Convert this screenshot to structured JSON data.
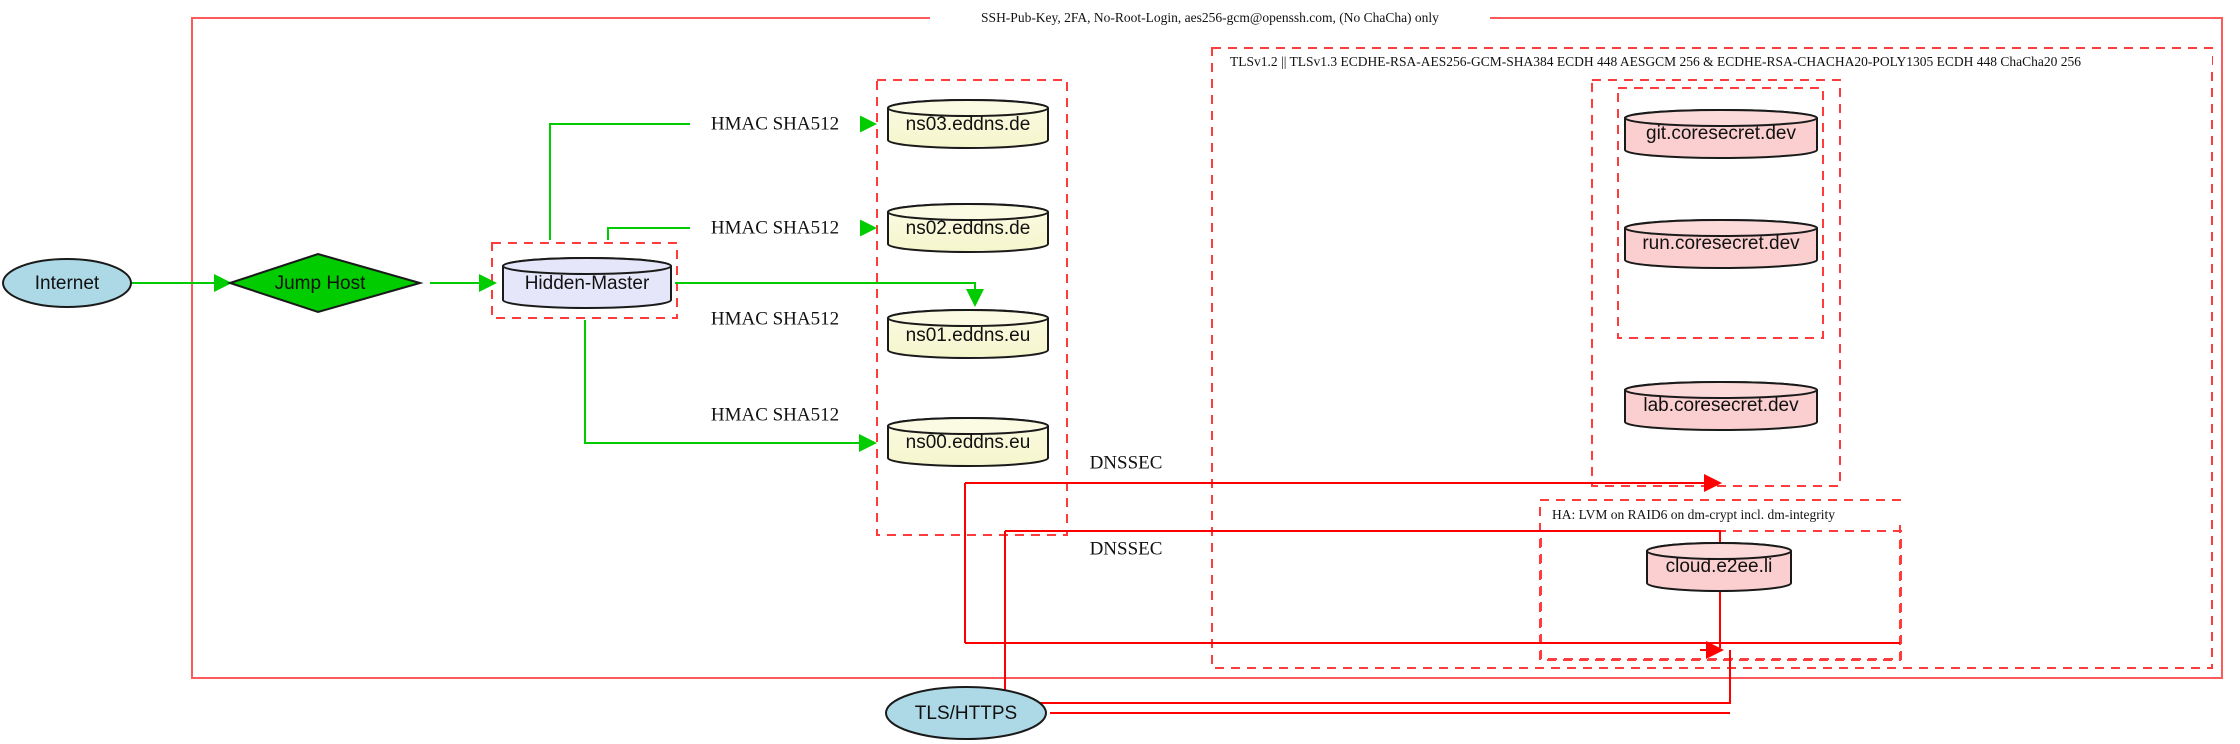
{
  "diagram": {
    "title_top": "SSH-Pub-Key, 2FA, No-Root-Login, aes256-gcm@openssh.com, (No ChaCha) only",
    "clusters": [
      {
        "id": "ssh",
        "label": "SSH-Pub-Key, 2FA, No-Root-Login, aes256-gcm@openssh.com, (No ChaCha) only"
      },
      {
        "id": "tls",
        "label": "TLSv1.2 || TLSv1.3 ECDHE-RSA-AES256-GCM-SHA384 ECDH 448 AESGCM 256 & ECDHE-RSA-CHACHA20-POLY1305 ECDH 448 ChaCha20 256"
      },
      {
        "id": "ha",
        "label": "HA: LVM on RAID6 on dm-crypt incl. dm-integrity"
      },
      {
        "id": "hidden-master-box",
        "label": ""
      },
      {
        "id": "dns-box",
        "label": ""
      },
      {
        "id": "coresecret-box",
        "label": ""
      },
      {
        "id": "coresecret-inner-box",
        "label": ""
      },
      {
        "id": "cloud-box",
        "label": ""
      }
    ],
    "nodes": [
      {
        "id": "internet",
        "label": "Internet",
        "shape": "ellipse",
        "fill": "#add8e6"
      },
      {
        "id": "jumphost",
        "label": "Jump Host",
        "shape": "diamond",
        "fill": "#00cc00"
      },
      {
        "id": "hidden-master",
        "label": "Hidden-Master",
        "shape": "cylinder",
        "fill": "#e6e6fa"
      },
      {
        "id": "ns03",
        "label": "ns03.eddns.de",
        "shape": "cylinder",
        "fill": "#f8f8d8"
      },
      {
        "id": "ns02",
        "label": "ns02.eddns.de",
        "shape": "cylinder",
        "fill": "#f8f8d8"
      },
      {
        "id": "ns01",
        "label": "ns01.eddns.eu",
        "shape": "cylinder",
        "fill": "#f8f8d8"
      },
      {
        "id": "ns00",
        "label": "ns00.eddns.eu",
        "shape": "cylinder",
        "fill": "#f8f8d8"
      },
      {
        "id": "git",
        "label": "git.coresecret.dev",
        "shape": "cylinder",
        "fill": "#fbcfcf"
      },
      {
        "id": "run",
        "label": "run.coresecret.dev",
        "shape": "cylinder",
        "fill": "#fbcfcf"
      },
      {
        "id": "lab",
        "label": "lab.coresecret.dev",
        "shape": "cylinder",
        "fill": "#fbcfcf"
      },
      {
        "id": "cloud",
        "label": "cloud.e2ee.li",
        "shape": "cylinder",
        "fill": "#fbcfcf"
      },
      {
        "id": "tlshttps",
        "label": "TLS/HTTPS",
        "shape": "ellipse",
        "fill": "#add8e6"
      }
    ],
    "edges": [
      {
        "id": "e-internet-jumphost",
        "from": "internet",
        "to": "jumphost",
        "label": "",
        "color": "#00cc00"
      },
      {
        "id": "e-jumphost-master",
        "from": "jumphost",
        "to": "hidden-master",
        "label": "",
        "color": "#00cc00"
      },
      {
        "id": "e-master-ns03",
        "from": "hidden-master",
        "to": "ns03",
        "label": "HMAC SHA512",
        "color": "#00cc00"
      },
      {
        "id": "e-master-ns02",
        "from": "hidden-master",
        "to": "ns02",
        "label": "HMAC SHA512",
        "color": "#00cc00"
      },
      {
        "id": "e-master-ns01",
        "from": "hidden-master",
        "to": "ns01",
        "label": "HMAC SHA512",
        "color": "#00cc00"
      },
      {
        "id": "e-master-ns00",
        "from": "hidden-master",
        "to": "ns00",
        "label": "HMAC SHA512",
        "color": "#00cc00"
      },
      {
        "id": "e-dnssec-coresecret",
        "from": "dns",
        "to": "coresecret",
        "label": "DNSSEC",
        "color": "#ff0000"
      },
      {
        "id": "e-dnssec-cloud",
        "from": "dns",
        "to": "cloud",
        "label": "DNSSEC",
        "color": "#ff0000"
      },
      {
        "id": "e-tls-cloud",
        "from": "tlshttps",
        "to": "cloud",
        "label": "",
        "color": "#ff0000"
      }
    ],
    "colors": {
      "green": "#00cc00",
      "red": "#ff0000",
      "red_dashed": "#ff3b3b",
      "blue_node": "#add8e6",
      "yellow_node": "#f8f8d8",
      "pink_node": "#fbcfcf",
      "lavender_node": "#e6e6fa",
      "outline": "#1a1a1a"
    }
  }
}
